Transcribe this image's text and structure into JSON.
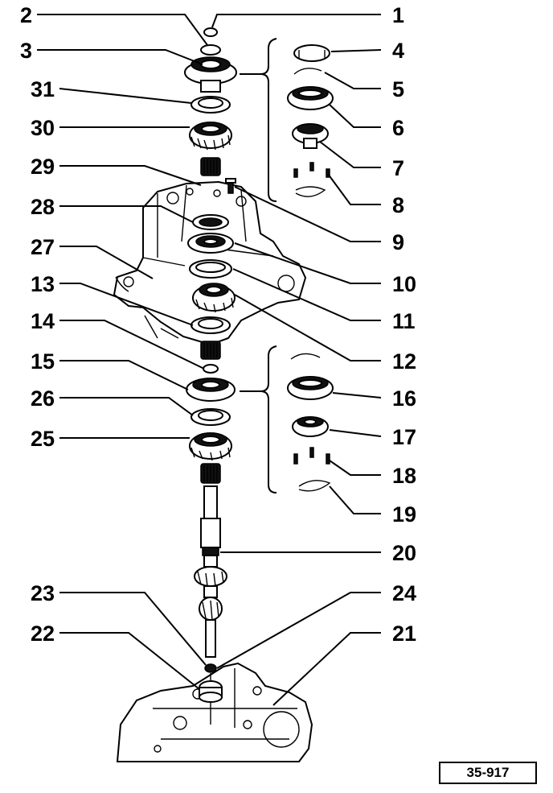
{
  "figure_ref": "35-917",
  "callouts": [
    {
      "id": "1",
      "label": "1"
    },
    {
      "id": "2",
      "label": "2"
    },
    {
      "id": "3",
      "label": "3"
    },
    {
      "id": "4",
      "label": "4"
    },
    {
      "id": "5",
      "label": "5"
    },
    {
      "id": "6",
      "label": "6"
    },
    {
      "id": "7",
      "label": "7"
    },
    {
      "id": "8",
      "label": "8"
    },
    {
      "id": "9",
      "label": "9"
    },
    {
      "id": "10",
      "label": "10"
    },
    {
      "id": "11",
      "label": "11"
    },
    {
      "id": "12",
      "label": "12"
    },
    {
      "id": "13",
      "label": "13"
    },
    {
      "id": "14",
      "label": "14"
    },
    {
      "id": "15",
      "label": "15"
    },
    {
      "id": "16",
      "label": "16"
    },
    {
      "id": "17",
      "label": "17"
    },
    {
      "id": "18",
      "label": "18"
    },
    {
      "id": "19",
      "label": "19"
    },
    {
      "id": "20",
      "label": "20"
    },
    {
      "id": "21",
      "label": "21"
    },
    {
      "id": "22",
      "label": "22"
    },
    {
      "id": "23",
      "label": "23"
    },
    {
      "id": "24",
      "label": "24"
    },
    {
      "id": "25",
      "label": "25"
    },
    {
      "id": "26",
      "label": "26"
    },
    {
      "id": "27",
      "label": "27"
    },
    {
      "id": "28",
      "label": "28"
    },
    {
      "id": "29",
      "label": "29"
    },
    {
      "id": "30",
      "label": "30"
    },
    {
      "id": "31",
      "label": "31"
    }
  ]
}
